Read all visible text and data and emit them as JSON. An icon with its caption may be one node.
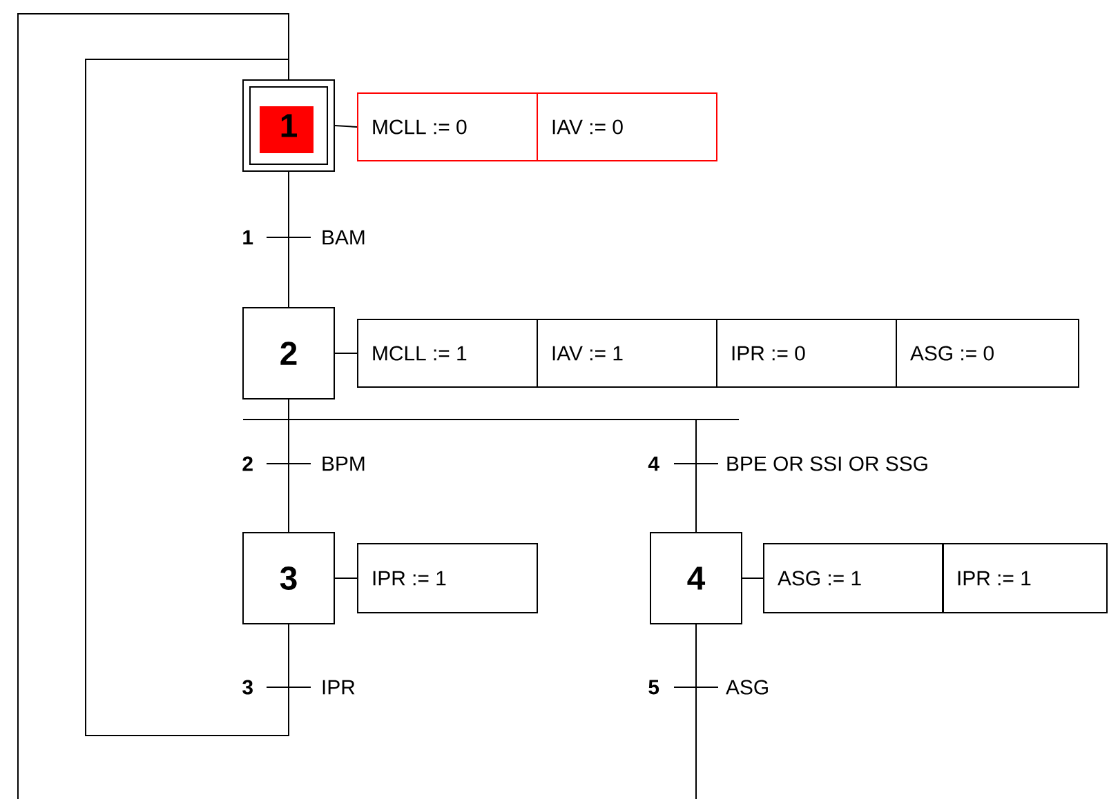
{
  "diagram": {
    "nodes": [
      {
        "text": [
          "1"
        ]
      },
      {
        "text": [
          "MCLL := 0"
        ]
      },
      {
        "text": [
          "IAV := 0"
        ]
      },
      {
        "text": [
          "2"
        ]
      },
      {
        "text": [
          "MCLL := 1"
        ]
      },
      {
        "text": [
          "IAV := 1"
        ]
      },
      {
        "text": [
          "IPR := 0"
        ]
      },
      {
        "text": [
          "ASG := 0"
        ]
      },
      {
        "text": [
          "3"
        ]
      },
      {
        "text": [
          "IPR := 1"
        ]
      },
      {
        "text": [
          "4"
        ]
      },
      {
        "text": [
          "ASG := 1"
        ]
      },
      {
        "text": [
          "IPR := 1"
        ]
      }
    ],
    "edges": [
      {
        "from": 0,
        "to": 1,
        "arrow": "none"
      },
      {
        "from": 3,
        "to": 4,
        "arrow": "none"
      },
      {
        "from": 8,
        "to": 9,
        "arrow": "none"
      },
      {
        "from": 10,
        "to": 11,
        "arrow": "none"
      },
      {
        "from": 0,
        "to": 3,
        "arrow": "none",
        "label": "BAM"
      },
      {
        "from": 3,
        "to": 8,
        "arrow": "none",
        "label": "BPM"
      },
      {
        "from": 3,
        "to": 10,
        "arrow": "none",
        "label": "BPE OR SSI OR SSG"
      },
      {
        "from": 8,
        "to": 0,
        "arrow": "none",
        "label": "IPR"
      },
      {
        "from": 10,
        "to": null,
        "arrow": "none",
        "label": "ASG"
      },
      {
        "from": null,
        "to": 0,
        "arrow": "none"
      }
    ],
    "labels": [
      "1",
      "2",
      "4",
      "3",
      "5"
    ]
  }
}
